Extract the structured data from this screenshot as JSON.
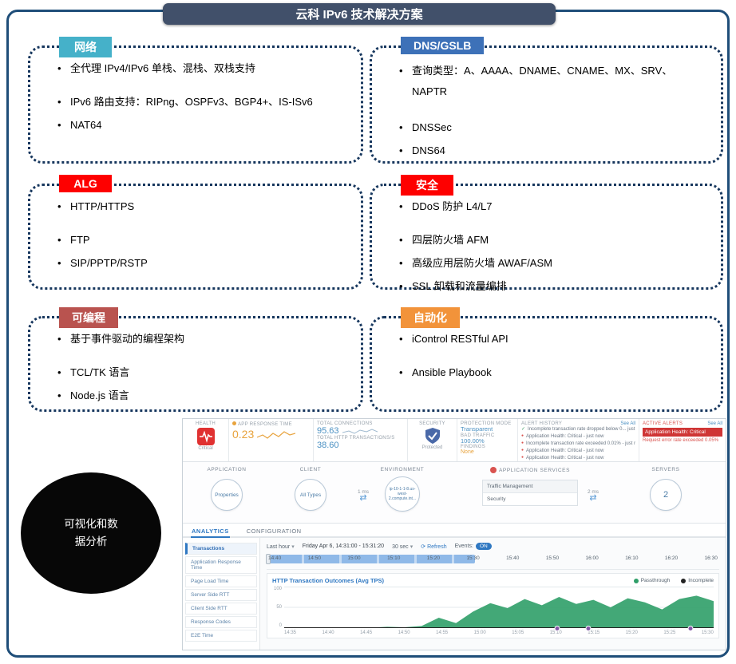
{
  "page": {
    "title": "云科 IPv6 技术解决方案"
  },
  "panels": [
    {
      "label": "网络",
      "color": "#45b1c9",
      "bullets": [
        "全代理 IPv4/IPv6 单栈、混栈、双栈支持",
        "IPv6 路由支持：RIPng、OSPFv3、BGP4+、IS-ISv6",
        "NAT64"
      ]
    },
    {
      "label": "DNS/GSLB",
      "color": "#3d71b8",
      "bullets": [
        "查询类型：A、AAAA、DNAME、CNAME、MX、SRV、NAPTR",
        "DNSSec",
        "DNS64"
      ]
    },
    {
      "label": "ALG",
      "color": "#fe0000",
      "bullets": [
        "HTTP/HTTPS",
        "FTP",
        "SIP/PPTP/RSTP"
      ]
    },
    {
      "label": "安全",
      "color": "#fe0000",
      "bullets": [
        "DDoS 防护 L4/L7",
        "四层防火墙 AFM",
        "高级应用层防火墙 AWAF/ASM",
        "SSL 卸载和流量编排"
      ]
    },
    {
      "label": "可编程",
      "color": "#b9534f",
      "bullets": [
        "基于事件驱动的编程架构",
        "TCL/TK 语言",
        "Node.js 语言"
      ]
    },
    {
      "label": "自动化",
      "color": "#f2933a",
      "bullets": [
        "iControl RESTful API",
        "Ansible Playbook"
      ]
    }
  ],
  "ellipse": {
    "line1": "可视化和数",
    "line2": "据分析"
  },
  "dashboard": {
    "health": {
      "label": "HEALTH",
      "status": "Critical"
    },
    "app_response_time": {
      "label": "APP RESPONSE TIME",
      "value": "0.23"
    },
    "total_connections": {
      "label": "TOTAL CONNECTIONS",
      "value": "95.63"
    },
    "total_http": {
      "label": "TOTAL HTTP TRANSACTIONS/S",
      "value": "38.60"
    },
    "security": {
      "label": "SECURITY",
      "status": "Protected"
    },
    "protection_mode": {
      "label": "PROTECTION MODE",
      "value": "Transparent"
    },
    "bad_traffic": {
      "label": "BAD TRAFFIC",
      "value": "100.00%"
    },
    "findings": {
      "label": "FINDINGS",
      "value": "None"
    },
    "alert_history": {
      "label": "ALERT HISTORY",
      "see_all": "See All",
      "items": [
        {
          "level": "ok",
          "text": "Incomplete transaction rate dropped below 0... just now"
        },
        {
          "level": "critical",
          "text": "Application Health: Critical - just now"
        },
        {
          "level": "critical",
          "text": "Incomplete transaction rate exceeded 0.01% - just now"
        },
        {
          "level": "critical",
          "text": "Application Health: Critical - just now"
        },
        {
          "level": "critical",
          "text": "Application Health: Critical - just now"
        }
      ]
    },
    "active_alerts": {
      "label": "ACTIVE ALERTS",
      "see_all": "See All",
      "banner": "Application Health: Critical",
      "detail": "Request error rate exceeded 0.05%"
    },
    "topology": {
      "application": {
        "label": "APPLICATION",
        "node": "Properties"
      },
      "client": {
        "label": "CLIENT",
        "node": "All Types",
        "latency": "1 ms"
      },
      "environment": {
        "label": "ENVIRONMENT",
        "node": "ip-10-1-1-8.us-west-2.compute.int..."
      },
      "services": {
        "label": "APPLICATION SERVICES",
        "items": [
          "Traffic Management",
          "Security"
        ],
        "latency": "2 ms"
      },
      "servers": {
        "label": "SERVERS",
        "node": "2"
      }
    },
    "tabs": [
      "ANALYTICS",
      "CONFIGURATION"
    ],
    "sidebar": [
      "Transactions",
      "Application Response Time",
      "Page Load Time",
      "Server Side RTT",
      "Client Side RTT",
      "Response Codes",
      "E2E Time"
    ],
    "controls": {
      "range": "Last hour",
      "date": "Friday Apr 6, 14:31:00 - 15:31:20",
      "interval": "30 sec",
      "refresh": "Refresh",
      "events_label": "Events:",
      "events_state": "ON"
    },
    "timeline": [
      "14:40",
      "14:50",
      "15:00",
      "15:10",
      "15:20",
      "15:30",
      "15:40",
      "15:50",
      "16:00",
      "16:10",
      "16:20",
      "16:30"
    ]
  },
  "chart_data": {
    "type": "area",
    "title": "HTTP Transaction Outcomes (Avg TPS)",
    "x_ticks": [
      "14:35",
      "14:40",
      "14:45",
      "14:50",
      "14:55",
      "15:00",
      "15:05",
      "15:10",
      "15:15",
      "15:20",
      "15:25",
      "15:30"
    ],
    "ylim": [
      0,
      100
    ],
    "y_ticks": [
      100,
      50,
      0
    ],
    "legend_position": "top-right",
    "series": [
      {
        "name": "Passthrough",
        "color": "#2f9e68",
        "values": [
          0,
          0,
          1,
          0,
          2,
          1,
          3,
          2,
          5,
          25,
          12,
          40,
          60,
          48,
          70,
          55,
          75,
          58,
          68,
          50,
          72,
          62,
          45,
          70,
          78,
          65
        ]
      },
      {
        "name": "Incomplete",
        "color": "#222222",
        "values": [
          0,
          0,
          0,
          0,
          0,
          0,
          0,
          0,
          0,
          0,
          0,
          0,
          0,
          0,
          0,
          0,
          0,
          0,
          0,
          0,
          0,
          0,
          0,
          0,
          0,
          0
        ]
      }
    ],
    "event_markers": [
      "15:10",
      "15:14",
      "15:27"
    ]
  }
}
